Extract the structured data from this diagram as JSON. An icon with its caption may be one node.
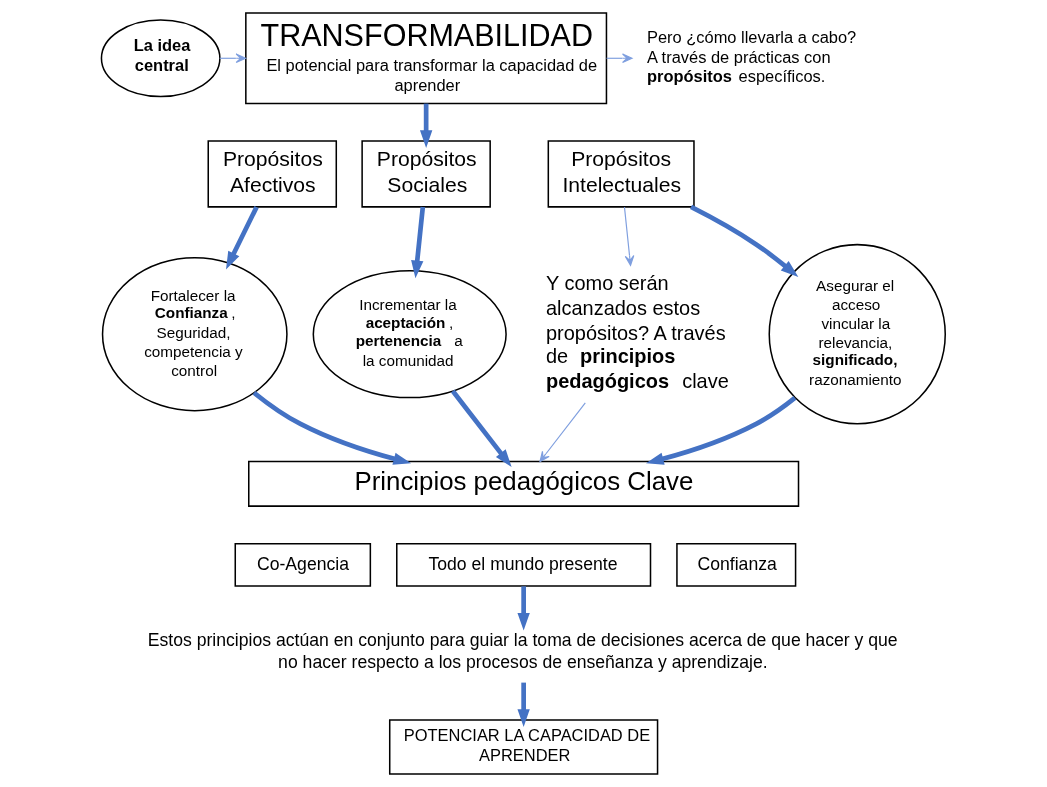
{
  "diagram": {
    "nodes": [
      {
        "text": [
          "**La idea central**"
        ]
      },
      {
        "text": [
          "TRANSFORMABILIDAD",
          "El potencial para transformar la capacidad de aprender"
        ]
      },
      {
        "text": [
          "Pero ¿cómo llevarla a cabo? A través de prácticas con **propósitos** específicos."
        ]
      },
      {
        "text": [
          "Propósitos Afectivos"
        ]
      },
      {
        "text": [
          "Propósitos Sociales"
        ]
      },
      {
        "text": [
          "Propósitos Intelectuales"
        ]
      },
      {
        "text": [
          "Y como serán alcanzados estos propósitos? A través de **principios pedagógicos** clave"
        ]
      },
      {
        "text": [
          "Fortalecer la **Confianza**, Seguridad, competencia y control"
        ]
      },
      {
        "text": [
          "Incrementar la **aceptación**, **pertenencia** a la comunidad"
        ]
      },
      {
        "text": [
          "Asegurar el acceso vincular la relevancia, **significado,** razonamiento"
        ]
      },
      {
        "text": [
          "Principios pedagógicos Clave"
        ]
      },
      {
        "text": [
          "Co-Agencia"
        ]
      },
      {
        "text": [
          "Todo el mundo presente"
        ]
      },
      {
        "text": [
          "Confianza"
        ]
      },
      {
        "text": [
          "Estos principios actúan en conjunto para guiar la toma de decisiones acerca de que hacer y que no hacer respecto a los procesos de enseñanza y aprendizaje."
        ]
      },
      {
        "text": [
          "POTENCIAR LA CAPACIDAD DE APRENDER"
        ]
      }
    ],
    "edges": [
      {
        "from": 0,
        "to": 1,
        "arrow": "to",
        "color": "#7f9fdf"
      },
      {
        "from": 1,
        "to": 2,
        "arrow": "to",
        "color": "#7f9fdf"
      },
      {
        "from": 1,
        "to": 4,
        "arrow": "to"
      },
      {
        "from": 5,
        "to": 6,
        "arrow": "to",
        "color": "#7f9fdf"
      },
      {
        "from": 3,
        "to": 7,
        "arrow": "to"
      },
      {
        "from": 4,
        "to": 8,
        "arrow": "to"
      },
      {
        "from": 5,
        "to": 9,
        "arrow": "to"
      },
      {
        "from": 7,
        "to": 10,
        "arrow": "to"
      },
      {
        "from": 8,
        "to": 10,
        "arrow": "to"
      },
      {
        "from": 9,
        "to": 10,
        "arrow": "to"
      },
      {
        "from": 6,
        "to": 10,
        "arrow": "to",
        "color": "#7f9fdf"
      },
      {
        "from": 12,
        "to": 14,
        "arrow": "to"
      },
      {
        "from": 14,
        "to": 15,
        "arrow": "to"
      }
    ]
  }
}
